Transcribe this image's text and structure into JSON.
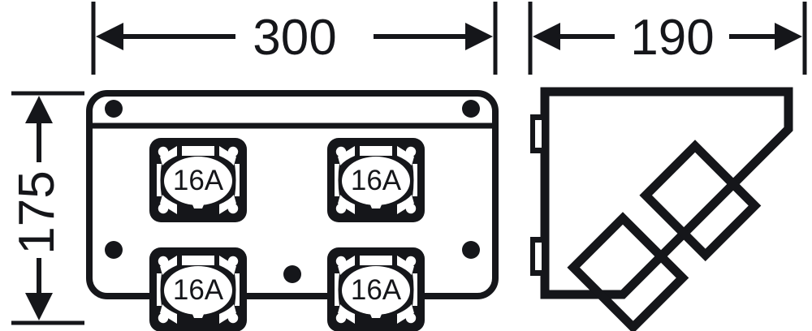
{
  "drawing": {
    "title": "Socket combination box — front view and side view, dimensioned technical line drawing",
    "line_color": "#15161a",
    "fill_color": "#ffffff",
    "units": "mm"
  },
  "dimensions": {
    "width": {
      "value": "300",
      "label": "300",
      "orientation": "horizontal",
      "applies_to": "front-view-width"
    },
    "depth": {
      "value": "190",
      "label": "190",
      "orientation": "horizontal",
      "applies_to": "side-view-width"
    },
    "height": {
      "value": "175",
      "label": "175",
      "orientation": "vertical-rotated",
      "applies_to": "front-view-height"
    }
  },
  "front_view": {
    "name": "front-view",
    "enclosure": {
      "corner_screws": 4,
      "center_screw": 1,
      "lid_seam": true
    },
    "sockets": [
      {
        "id": "socket-top-left",
        "rating": "16A",
        "row": "top",
        "column": "left"
      },
      {
        "id": "socket-top-right",
        "rating": "16A",
        "row": "top",
        "column": "right"
      },
      {
        "id": "socket-bottom-left",
        "rating": "16A",
        "row": "bottom",
        "column": "left"
      },
      {
        "id": "socket-bottom-right",
        "rating": "16A",
        "row": "bottom",
        "column": "right"
      }
    ]
  },
  "side_view": {
    "name": "side-view",
    "mounting_tabs": 2,
    "angled_face_degrees": 45,
    "angled_sockets": 2
  }
}
